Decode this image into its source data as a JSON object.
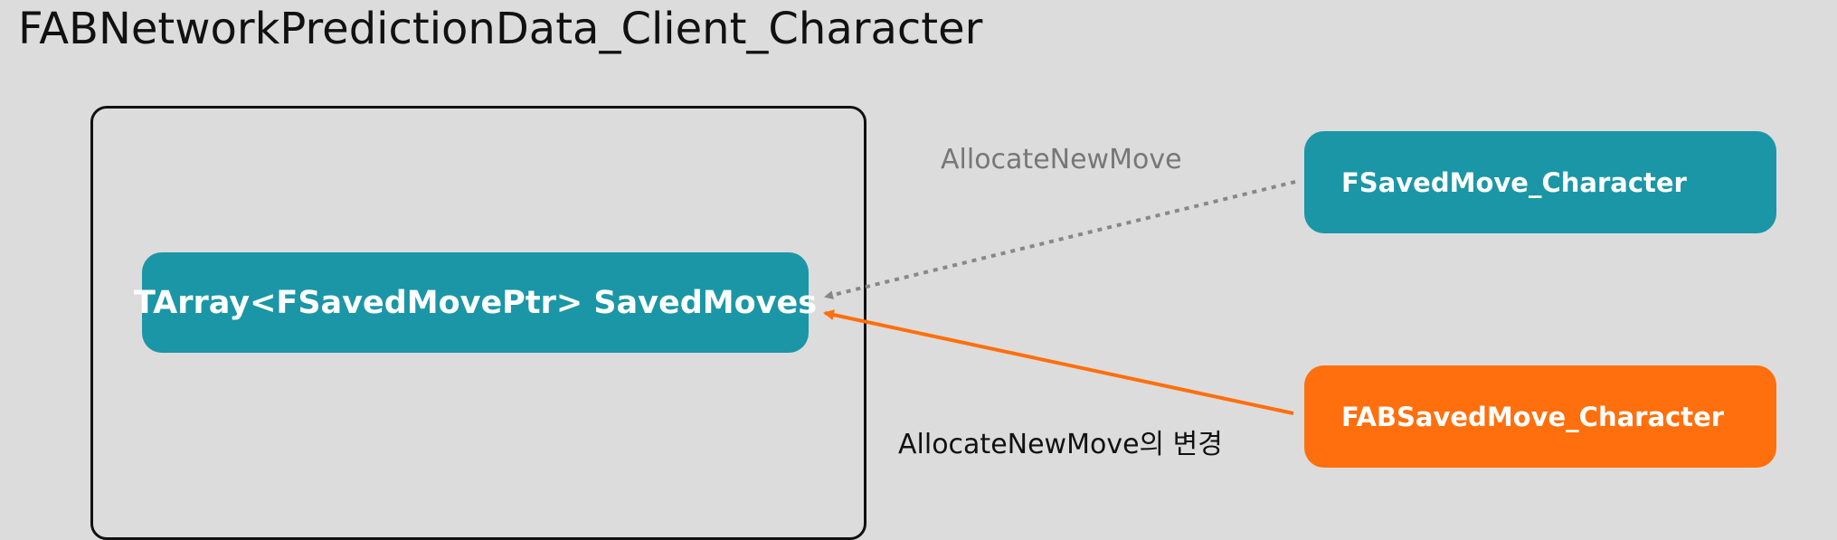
{
  "title": "FABNetworkPredictionData_Client_Character",
  "nodes": {
    "saved_moves": "TArray<FSavedMovePtr> SavedMoves",
    "fsaved_move": "FSavedMove_Character",
    "fab_saved_move": "FABSavedMove_Character"
  },
  "edge_labels": {
    "allocate_gray": "AllocateNewMove",
    "allocate_changed": "AllocateNewMove의 변경"
  },
  "colors": {
    "teal": "#1b96a6",
    "orange": "#ff6f0d",
    "dotted_gray": "#888888",
    "background": "#dcdcdc"
  }
}
